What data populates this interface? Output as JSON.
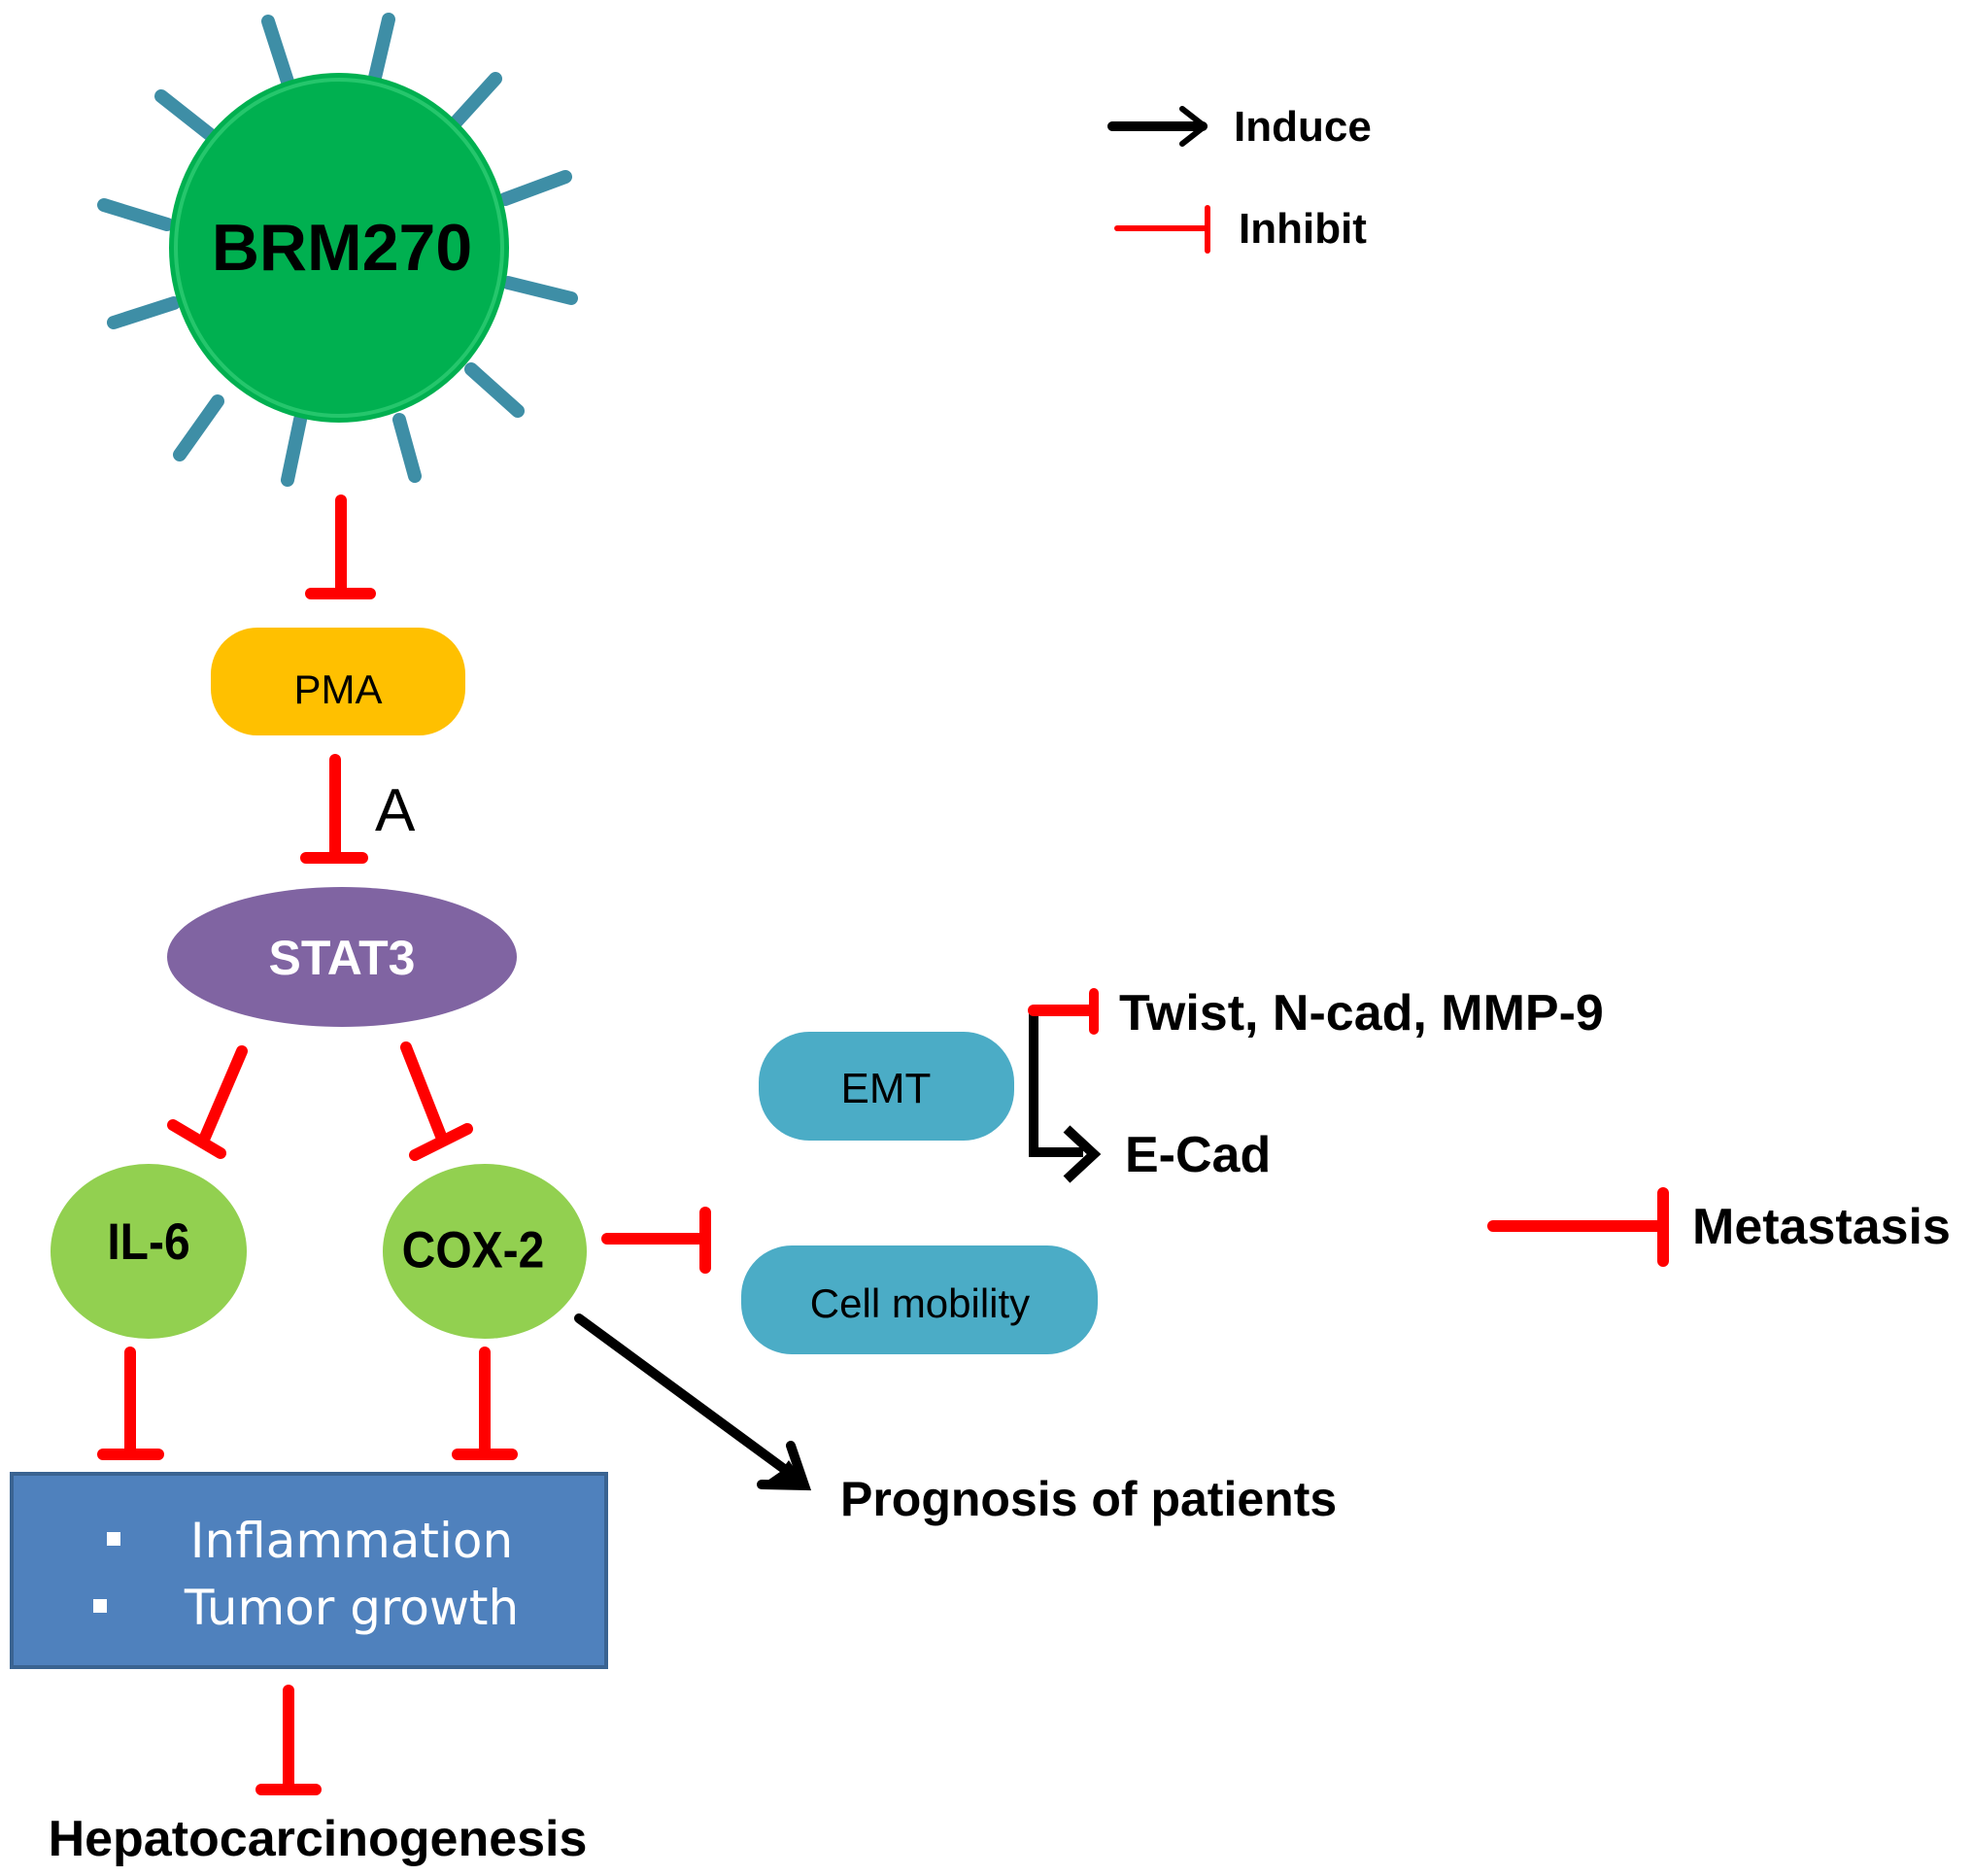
{
  "legend": {
    "induce_label": "Induce",
    "inhibit_label": "Inhibit"
  },
  "nodes": {
    "brm270": "BRM270",
    "pma": "PMA",
    "stat3": "STAT3",
    "il6": "IL-6",
    "cox2": "COX-2",
    "emt": "EMT",
    "cell_mobility": "Cell mobility",
    "effects_box": {
      "bullet": "▪",
      "items": [
        "Inflammation",
        "Tumor growth"
      ]
    }
  },
  "labels": {
    "a_marker": "A",
    "twist": "Twist, N-cad, MMP-9",
    "ecad": "E-Cad",
    "metastasis": "Metastasis",
    "prognosis": "Prognosis of patients",
    "hepatocarcinogenesis": "Hepatocarcinogenesis"
  },
  "colors": {
    "brm270_fill": "#00B050",
    "spike": "#3E8EA6",
    "pma_fill": "#FFC000",
    "stat3_fill": "#8064A2",
    "cytokine_fill": "#92D050",
    "emt_fill": "#4BACC6",
    "box_fill": "#4F81BD",
    "inhibit": "#FF0000",
    "induce": "#000000"
  }
}
